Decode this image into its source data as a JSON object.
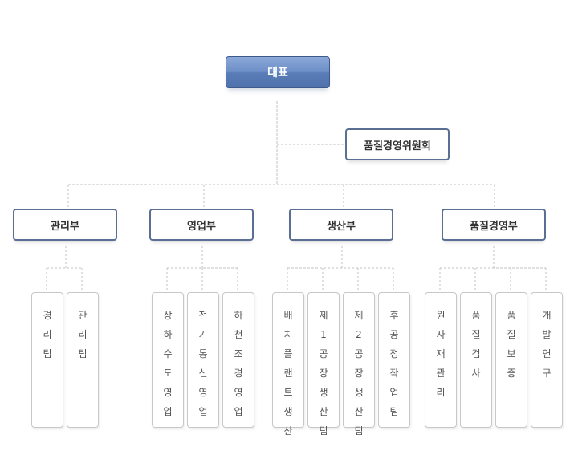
{
  "root": {
    "label": "대표"
  },
  "committee": {
    "label": "품질경영위원회"
  },
  "departments": [
    {
      "label": "관리부",
      "teams": [
        "경리팀",
        "관리팀"
      ]
    },
    {
      "label": "영업부",
      "teams": [
        "상하수도영업",
        "전기통신영업",
        "하천조경영업"
      ]
    },
    {
      "label": "생산부",
      "teams": [
        "배치플랜트생산",
        "제1공장생산팀",
        "제2공장생산팀",
        "후공정작업팀"
      ]
    },
    {
      "label": "품질경영부",
      "teams": [
        "원자재관리",
        "품질검사",
        "품질보증",
        "개발연구"
      ]
    }
  ],
  "colors": {
    "line": "#c0c0c0",
    "box_border": "#5b6f95",
    "root_fill": "#5a7db8"
  }
}
